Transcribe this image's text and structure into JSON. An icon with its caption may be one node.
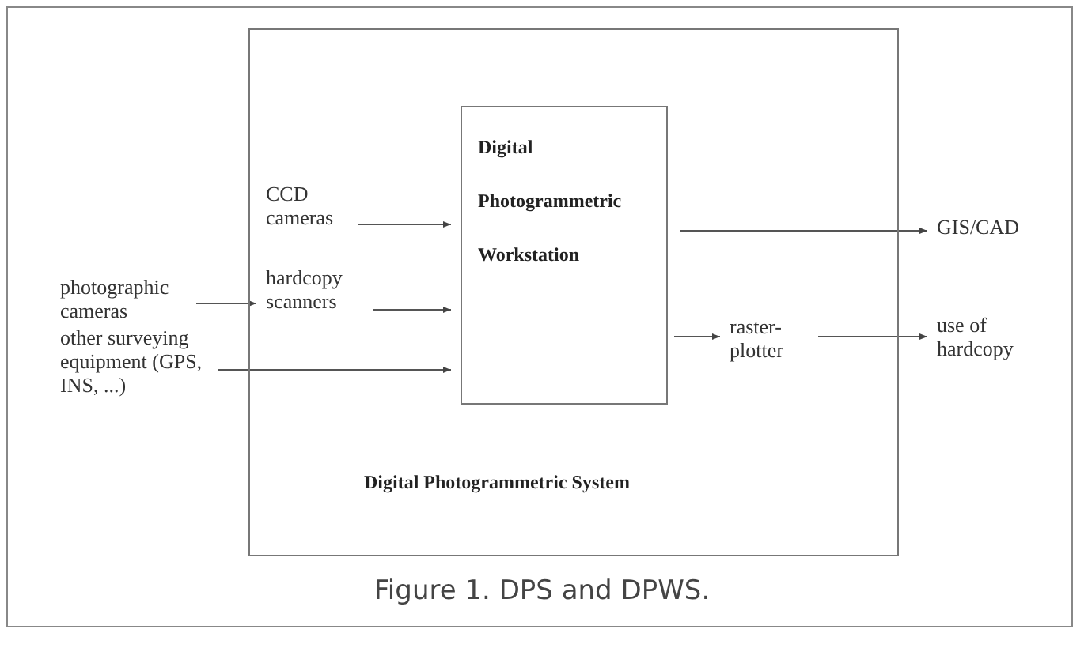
{
  "diagram": {
    "caption": "Figure 1. DPS and DPWS.",
    "nodes": [
      {
        "text": [
          "Digital Photogrammetric System"
        ]
      },
      {
        "text": [
          "Digital Photogrammetric Workstation"
        ],
        "in": 0
      },
      {
        "text": [
          "CCD cameras"
        ],
        "in": 0
      },
      {
        "text": [
          "hardcopy scanners"
        ],
        "in": 0
      },
      {
        "text": [
          "photographic cameras"
        ]
      },
      {
        "text": [
          "other surveying equipment (GPS, INS, ...)"
        ]
      },
      {
        "text": [
          "raster-plotter"
        ],
        "in": 0
      },
      {
        "text": [
          "GIS/CAD"
        ]
      },
      {
        "text": [
          "use of hardcopy"
        ]
      }
    ],
    "edges": [
      {
        "from": 2,
        "to": 1,
        "arrow": "to"
      },
      {
        "from": 3,
        "to": 1,
        "arrow": "to"
      },
      {
        "from": 4,
        "to": 3,
        "arrow": "to"
      },
      {
        "from": 5,
        "to": 1,
        "arrow": "to"
      },
      {
        "from": 1,
        "to": 7,
        "arrow": "to"
      },
      {
        "from": 1,
        "to": 6,
        "arrow": "to"
      },
      {
        "from": 6,
        "to": 8,
        "arrow": "to"
      }
    ]
  }
}
